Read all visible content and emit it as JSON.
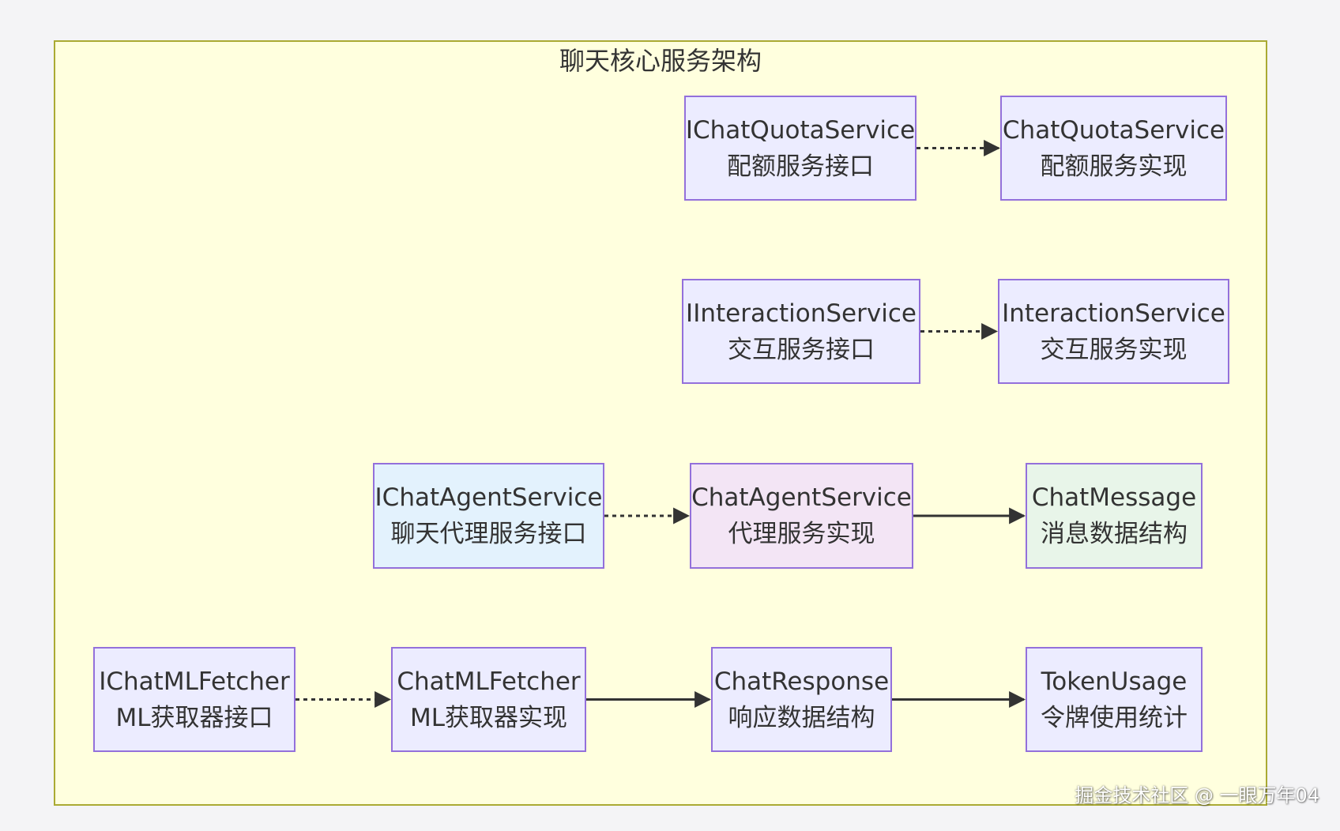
{
  "diagram": {
    "title": "聊天核心服务架构",
    "nodes": [
      {
        "id": "IChatQuotaService",
        "name": "IChatQuotaService",
        "desc": "配额服务接口",
        "style": "default"
      },
      {
        "id": "ChatQuotaService",
        "name": "ChatQuotaService",
        "desc": "配额服务实现",
        "style": "default"
      },
      {
        "id": "IInteractionService",
        "name": "IInteractionService",
        "desc": "交互服务接口",
        "style": "default"
      },
      {
        "id": "InteractionService",
        "name": "InteractionService",
        "desc": "交互服务实现",
        "style": "default"
      },
      {
        "id": "IChatAgentService",
        "name": "IChatAgentService",
        "desc": "聊天代理服务接口",
        "style": "blue"
      },
      {
        "id": "ChatAgentService",
        "name": "ChatAgentService",
        "desc": "代理服务实现",
        "style": "pink"
      },
      {
        "id": "ChatMessage",
        "name": "ChatMessage",
        "desc": "消息数据结构",
        "style": "green"
      },
      {
        "id": "IChatMLFetcher",
        "name": "IChatMLFetcher",
        "desc": "ML获取器接口",
        "style": "default"
      },
      {
        "id": "ChatMLFetcher",
        "name": "ChatMLFetcher",
        "desc": "ML获取器实现",
        "style": "default"
      },
      {
        "id": "ChatResponse",
        "name": "ChatResponse",
        "desc": "响应数据结构",
        "style": "default"
      },
      {
        "id": "TokenUsage",
        "name": "TokenUsage",
        "desc": "令牌使用统计",
        "style": "default"
      }
    ],
    "edges": [
      {
        "from": "IChatQuotaService",
        "to": "ChatQuotaService",
        "style": "dotted"
      },
      {
        "from": "IInteractionService",
        "to": "InteractionService",
        "style": "dotted"
      },
      {
        "from": "IChatAgentService",
        "to": "ChatAgentService",
        "style": "dotted"
      },
      {
        "from": "ChatAgentService",
        "to": "ChatMessage",
        "style": "solid"
      },
      {
        "from": "IChatMLFetcher",
        "to": "ChatMLFetcher",
        "style": "dotted"
      },
      {
        "from": "ChatMLFetcher",
        "to": "ChatResponse",
        "style": "solid"
      },
      {
        "from": "ChatResponse",
        "to": "TokenUsage",
        "style": "solid"
      }
    ],
    "colors": {
      "node_fill": "#ececff",
      "node_stroke": "#9370db",
      "blue_fill": "#e3f2fd",
      "pink_fill": "#f3e5f5",
      "green_fill": "#e8f5e9",
      "cluster_fill": "#ffffde",
      "cluster_stroke": "#aaaa33",
      "edge": "#333333"
    }
  },
  "watermark": "掘金技术社区 @ 一眼万年04"
}
